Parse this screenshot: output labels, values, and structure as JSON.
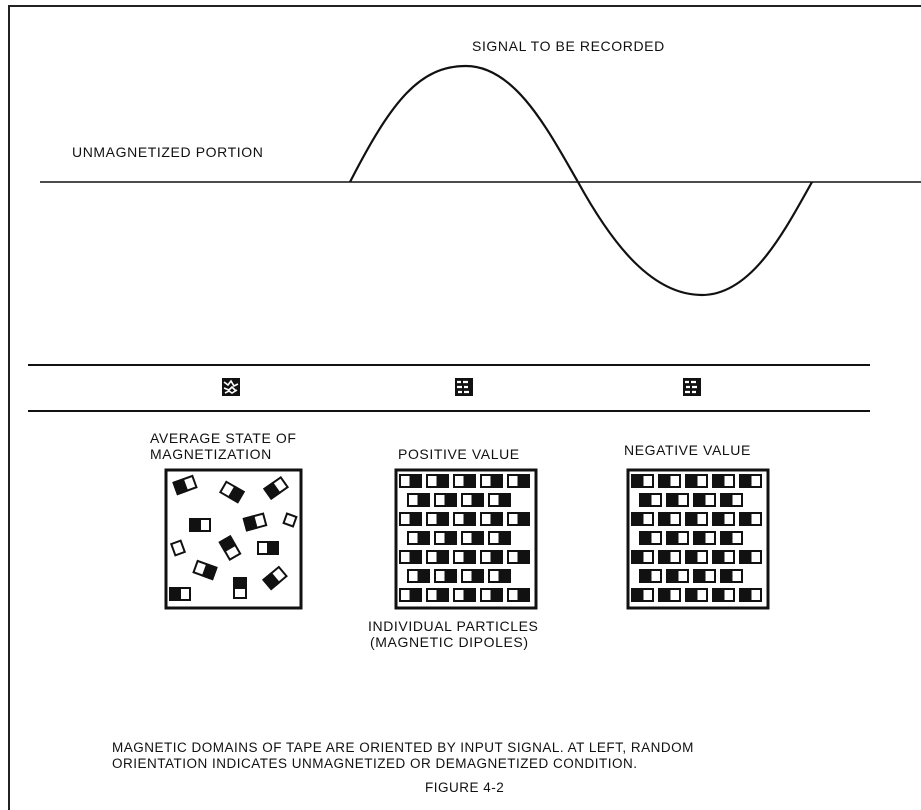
{
  "labels": {
    "signal": "SIGNAL TO BE RECORDED",
    "unmagnetized": "UNMAGNETIZED PORTION",
    "average_line1": "AVERAGE STATE OF",
    "average_line2": "MAGNETIZATION",
    "positive": "POSITIVE VALUE",
    "negative": "NEGATIVE VALUE",
    "particles_line1": "INDIVIDUAL PARTICLES",
    "particles_line2": "(MAGNETIC DIPOLES)"
  },
  "caption": {
    "line1": "MAGNETIC DOMAINS OF TAPE ARE ORIENTED BY INPUT SIGNAL.  AT LEFT, RANDOM",
    "line2": "ORIENTATION INDICATES UNMAGNETIZED OR DEMAGNETIZED CONDITION.",
    "figure": "FIGURE 4-2"
  },
  "panels": [
    "random",
    "positive",
    "negative"
  ],
  "colors": {
    "ink": "#111111",
    "background": "#ffffff"
  }
}
